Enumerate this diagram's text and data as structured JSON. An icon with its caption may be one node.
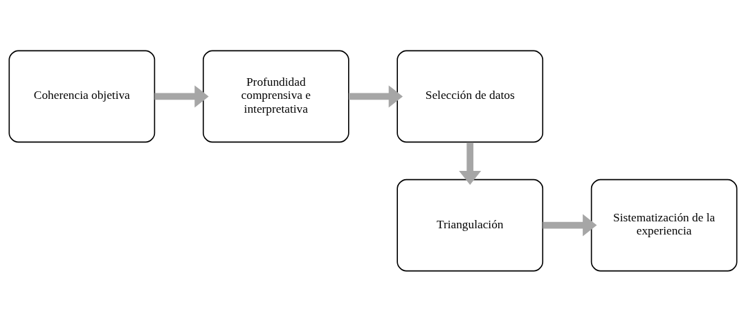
{
  "diagram": {
    "nodes": [
      {
        "text": [
          "Coherencia objetiva"
        ]
      },
      {
        "text": [
          "Profundidad comprensiva e interpretativa"
        ]
      },
      {
        "text": [
          "Selección de datos"
        ]
      },
      {
        "text": [
          "Triangulación"
        ]
      },
      {
        "text": [
          "Sistematización de la experiencia"
        ]
      }
    ],
    "edges": [
      {
        "from": 0,
        "to": 1,
        "arrow": "to"
      },
      {
        "from": 1,
        "to": 2,
        "arrow": "to"
      },
      {
        "from": 2,
        "to": 3,
        "arrow": "to"
      },
      {
        "from": 3,
        "to": 4,
        "arrow": "to"
      }
    ]
  }
}
